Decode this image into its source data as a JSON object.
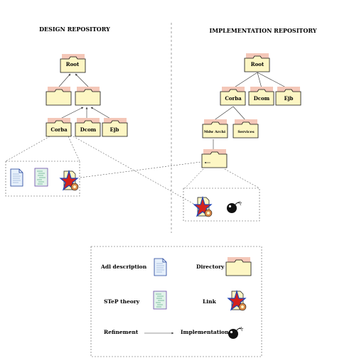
{
  "headings": {
    "design": "DESIGN REPOSITORY",
    "implementation": "IMPLEMENTATION REPOSITORY"
  },
  "design": {
    "root": "Root",
    "corba": "Corba",
    "dcom": "Dcom",
    "ejb": "Ejb"
  },
  "implementation": {
    "root": "Root",
    "corba": "Corba",
    "dcom": "Dcom",
    "ejb": "Ejb",
    "mdw_arch": "Mdw Archi",
    "services": "Services"
  },
  "legend": {
    "adl": "Adl description",
    "directory": "Directory",
    "step": "STeP  theory",
    "link": "Link",
    "refinement": "Refinement",
    "implementation": "Implementation"
  },
  "colors": {
    "folder_fill": "#fdf6c4",
    "folder_tab": "#f4c7b8",
    "document_fill": "#e6f0fb",
    "step_fill": "#e2f3ea",
    "link_red": "#d4221c",
    "link_blue": "#1d45b8"
  },
  "icons": {
    "folder": "folder-icon",
    "document": "document-icon",
    "step": "step-theory-icon",
    "link": "link-icon",
    "bomb": "bomb-icon"
  }
}
